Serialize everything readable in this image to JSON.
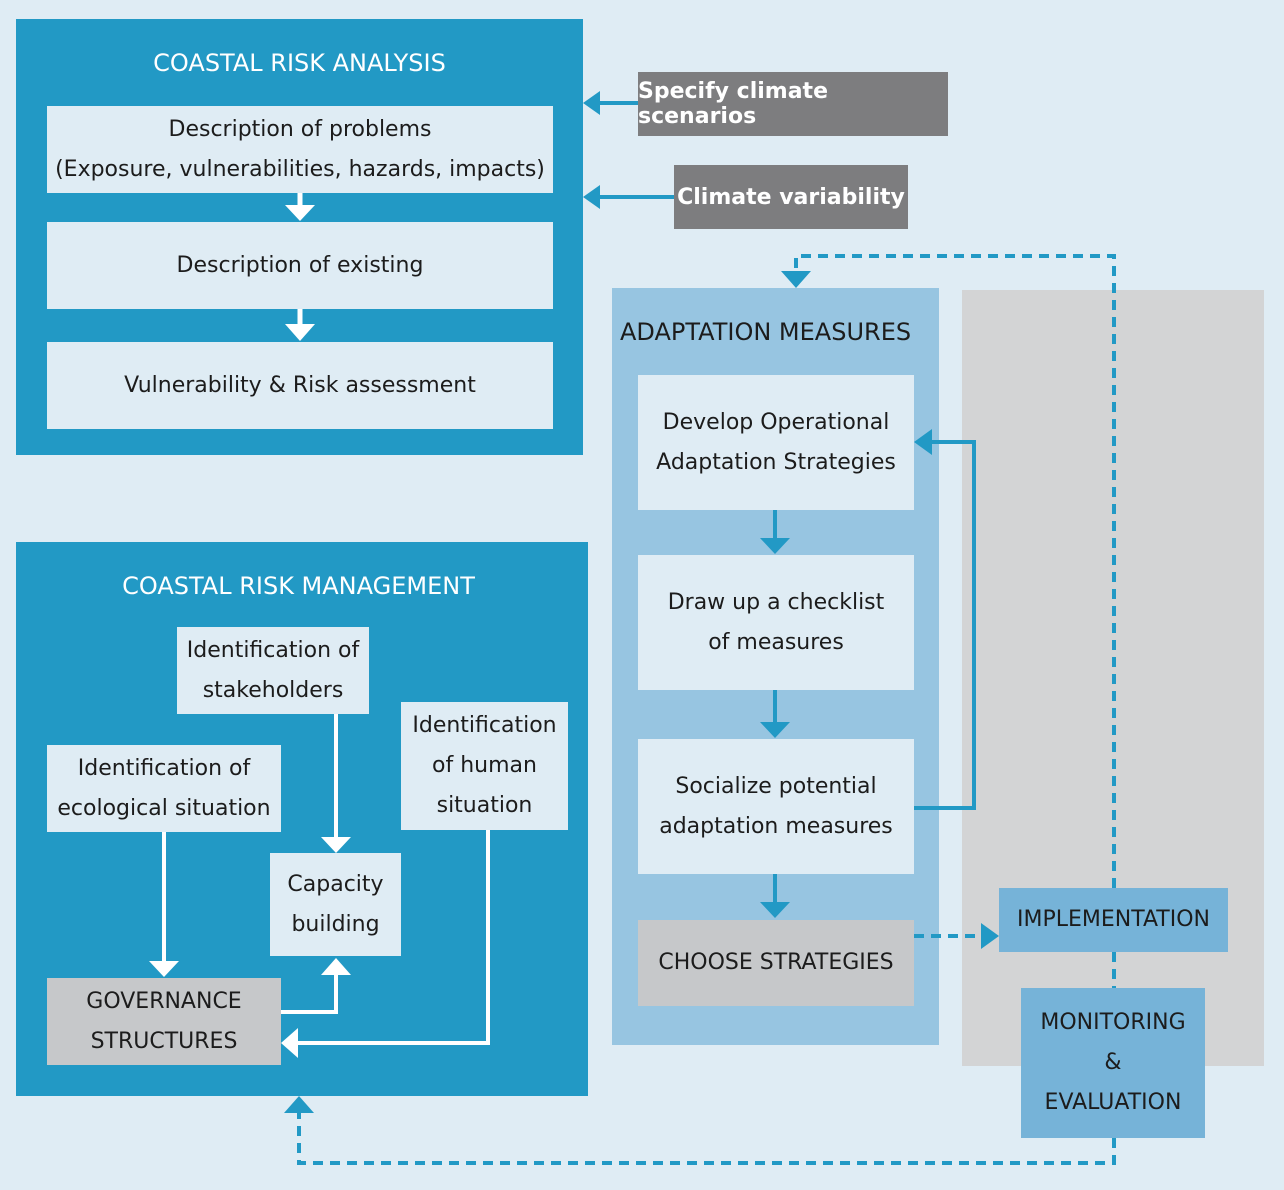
{
  "analysis": {
    "title": "COASTAL RISK ANALYSIS",
    "problems_line1": "Description of problems",
    "problems_line2": "(Exposure, vulnerabilities, hazards, impacts)",
    "existing": "Description of existing",
    "assessment": "Vulnerability & Risk assessment"
  },
  "inputs": {
    "scenarios": "Specify climate scenarios",
    "variability": "Climate variability"
  },
  "management": {
    "title": "COASTAL RISK MANAGEMENT",
    "stakeholders_line1": "Identification of",
    "stakeholders_line2": "stakeholders",
    "ecological_line1": "Identification of",
    "ecological_line2": "ecological situation",
    "human_line1": "Identification",
    "human_line2": "of human",
    "human_line3": "situation",
    "capacity_line1": "Capacity",
    "capacity_line2": "building",
    "governance_line1": "GOVERNANCE",
    "governance_line2": "STRUCTURES"
  },
  "adaptation": {
    "title": "ADAPTATION MEASURES",
    "develop_line1": "Develop Operational",
    "develop_line2": "Adaptation Strategies",
    "checklist_line1": "Draw up a checklist",
    "checklist_line2": "of measures",
    "socialize_line1": "Socialize potential",
    "socialize_line2": "adaptation measures",
    "choose": "CHOOSE STRATEGIES"
  },
  "implementation": {
    "label": "IMPLEMENTATION"
  },
  "monitoring": {
    "line1": "MONITORING",
    "line2": "&",
    "line3": "EVALUATION"
  },
  "colors": {
    "background": "#dfecf4",
    "panel_dark": "#2299c5",
    "panel_light": "#97c5e1",
    "panel_gray": "#d3d4d5",
    "arrow": "#2299c5",
    "tag_gray": "#7d7d7f"
  }
}
